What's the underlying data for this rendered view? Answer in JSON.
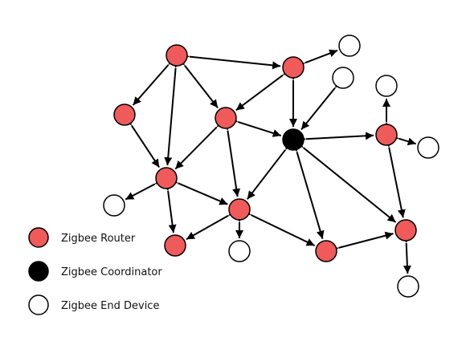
{
  "colors": {
    "router": "#f05a5a",
    "coordinator": "#000000",
    "end_device": "#ffffff",
    "stroke": "#000000"
  },
  "legend": {
    "router_label": "Zigbee Router",
    "coordinator_label": "Zigbee Coordinator",
    "end_device_label": "Zigbee End Device"
  },
  "nodes": [
    {
      "id": "r1",
      "type": "router"
    },
    {
      "id": "r2",
      "type": "router"
    },
    {
      "id": "r3",
      "type": "router"
    },
    {
      "id": "r4",
      "type": "router"
    },
    {
      "id": "c",
      "type": "coordinator"
    },
    {
      "id": "r5",
      "type": "router"
    },
    {
      "id": "r6",
      "type": "router"
    },
    {
      "id": "r7",
      "type": "router"
    },
    {
      "id": "r8",
      "type": "router"
    },
    {
      "id": "r9",
      "type": "router"
    },
    {
      "id": "r10",
      "type": "router"
    },
    {
      "id": "e1",
      "type": "end_device"
    },
    {
      "id": "e2",
      "type": "end_device"
    },
    {
      "id": "e3",
      "type": "end_device"
    },
    {
      "id": "e4",
      "type": "end_device"
    },
    {
      "id": "e5",
      "type": "end_device"
    },
    {
      "id": "e6",
      "type": "end_device"
    },
    {
      "id": "e7",
      "type": "end_device"
    }
  ],
  "links": [
    [
      "r1",
      "r2"
    ],
    [
      "r1",
      "r3"
    ],
    [
      "r1",
      "r4"
    ],
    [
      "r1",
      "r6"
    ],
    [
      "r2",
      "e1"
    ],
    [
      "r2",
      "r4"
    ],
    [
      "r2",
      "c"
    ],
    [
      "e2",
      "c"
    ],
    [
      "r4",
      "c"
    ],
    [
      "r4",
      "r6"
    ],
    [
      "r4",
      "r7"
    ],
    [
      "r3",
      "r6"
    ],
    [
      "c",
      "r5"
    ],
    [
      "c",
      "r7"
    ],
    [
      "c",
      "r8"
    ],
    [
      "c",
      "r9"
    ],
    [
      "r5",
      "e3"
    ],
    [
      "r5",
      "e4"
    ],
    [
      "r5",
      "r9"
    ],
    [
      "r6",
      "e5"
    ],
    [
      "r6",
      "r7"
    ],
    [
      "r6",
      "r10"
    ],
    [
      "r7",
      "r10"
    ],
    [
      "r7",
      "e6"
    ],
    [
      "r7",
      "r8"
    ],
    [
      "r8",
      "r9"
    ],
    [
      "r9",
      "e7"
    ]
  ]
}
